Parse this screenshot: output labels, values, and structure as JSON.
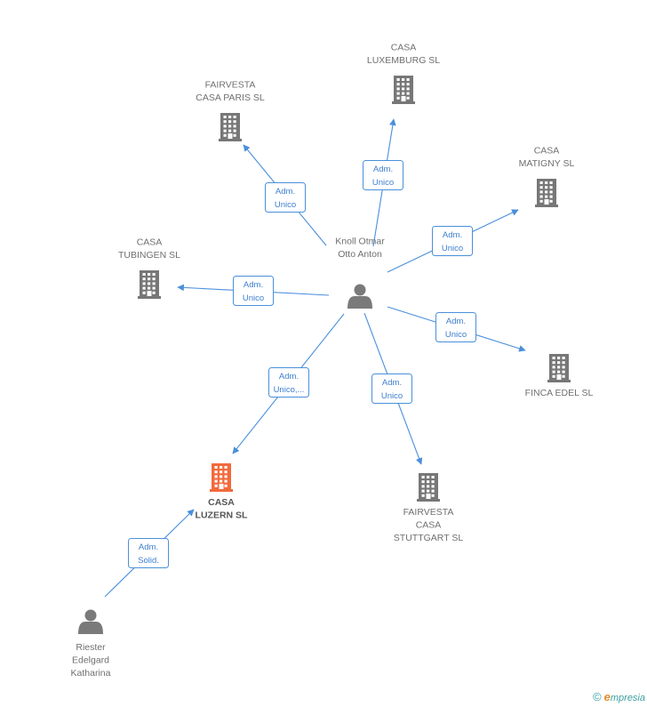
{
  "colors": {
    "edge": "#4a8fdc",
    "company": "#777777",
    "focus_company": "#f26a3c",
    "person": "#7a7a7a"
  },
  "nodes": [
    {
      "id": "knoll",
      "kind": "person",
      "lines": [
        "Knoll Otmar",
        "Otto Anton"
      ],
      "label_pos": "above"
    },
    {
      "id": "riester",
      "kind": "person",
      "lines": [
        "Riester",
        "Edelgard",
        "Katharina"
      ],
      "label_pos": "below"
    },
    {
      "id": "luzern",
      "kind": "company",
      "focus": true,
      "lines": [
        "CASA",
        "LUZERN SL"
      ],
      "label_pos": "below"
    },
    {
      "id": "luxemburg",
      "kind": "company",
      "lines": [
        "CASA",
        "LUXEMBURG SL"
      ],
      "label_pos": "above"
    },
    {
      "id": "paris",
      "kind": "company",
      "lines": [
        "FAIRVESTA",
        "CASA PARIS SL"
      ],
      "label_pos": "above"
    },
    {
      "id": "matigny",
      "kind": "company",
      "lines": [
        "CASA",
        "MATIGNY SL"
      ],
      "label_pos": "above"
    },
    {
      "id": "tubingen",
      "kind": "company",
      "lines": [
        "CASA",
        "TUBINGEN SL"
      ],
      "label_pos": "above"
    },
    {
      "id": "edel",
      "kind": "company",
      "lines": [
        "FINCA EDEL SL"
      ],
      "label_pos": "below"
    },
    {
      "id": "stuttgart",
      "kind": "company",
      "lines": [
        "FAIRVESTA",
        "CASA",
        "STUTTGART SL"
      ],
      "label_pos": "below"
    }
  ],
  "edges": [
    {
      "from": "knoll",
      "to": "luxemburg",
      "lines": [
        "Adm.",
        "Unico"
      ]
    },
    {
      "from": "knoll",
      "to": "paris",
      "lines": [
        "Adm.",
        "Unico"
      ]
    },
    {
      "from": "knoll",
      "to": "matigny",
      "lines": [
        "Adm.",
        "Unico"
      ]
    },
    {
      "from": "knoll",
      "to": "tubingen",
      "lines": [
        "Adm.",
        "Unico"
      ]
    },
    {
      "from": "knoll",
      "to": "edel",
      "lines": [
        "Adm.",
        "Unico"
      ]
    },
    {
      "from": "knoll",
      "to": "stuttgart",
      "lines": [
        "Adm.",
        "Unico"
      ]
    },
    {
      "from": "knoll",
      "to": "luzern",
      "lines": [
        "Adm.",
        "Unico,..."
      ]
    },
    {
      "from": "riester",
      "to": "luzern",
      "lines": [
        "Adm.",
        "Solid."
      ]
    }
  ],
  "footer": {
    "copyright_symbol": "©",
    "brand_initial": "e",
    "brand_rest": "mpresia"
  }
}
